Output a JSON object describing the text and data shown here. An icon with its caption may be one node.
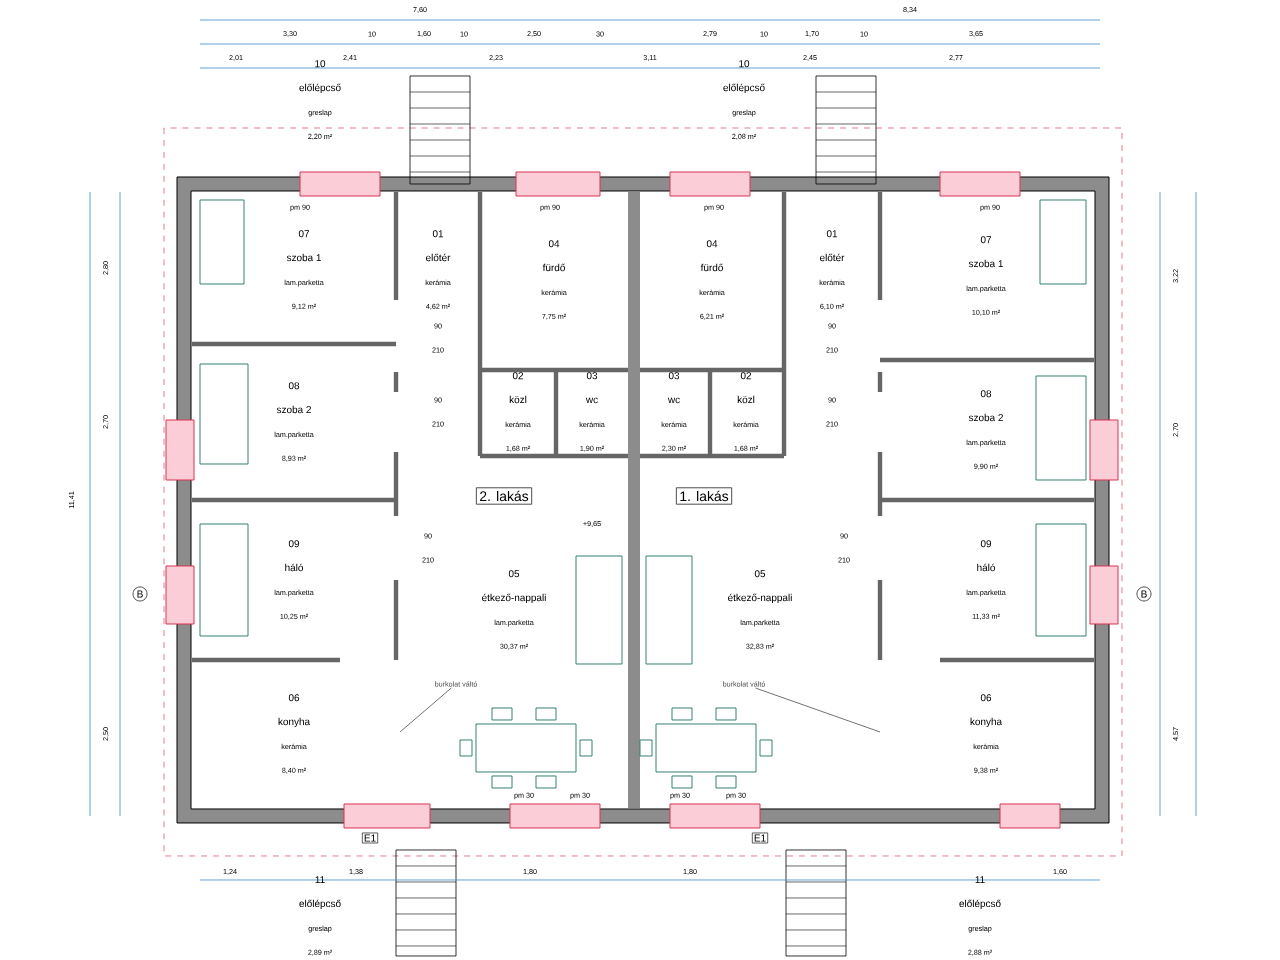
{
  "diagram": {
    "nodes": [
      {
        "text": [
          "10",
          "előlépcső",
          "greslap",
          "2,20 m²"
        ]
      },
      {
        "text": [
          "10",
          "előlépcső",
          "greslap",
          "2,08 m²"
        ]
      },
      {
        "text": [
          "07",
          "szoba 1",
          "lam.parketta",
          "9,12 m²"
        ]
      },
      {
        "text": [
          "01",
          "előtér",
          "kerámia",
          "4,62 m²"
        ]
      },
      {
        "text": [
          "04",
          "fürdő",
          "kerámia",
          "7,75 m²"
        ]
      },
      {
        "text": [
          "04",
          "fürdő",
          "kerámia",
          "6,21 m²"
        ]
      },
      {
        "text": [
          "01",
          "előtér",
          "kerámia",
          "6,10 m²"
        ]
      },
      {
        "text": [
          "07",
          "szoba 1",
          "lam.parketta",
          "10,10 m²"
        ]
      },
      {
        "text": [
          "02",
          "közl",
          "kerámia",
          "1,68 m²"
        ]
      },
      {
        "text": [
          "03",
          "wc",
          "kerámia",
          "1,90 m²"
        ]
      },
      {
        "text": [
          "03",
          "wc",
          "kerámia",
          "2,30 m²"
        ]
      },
      {
        "text": [
          "02",
          "közl",
          "kerámia",
          "1,68 m²"
        ]
      },
      {
        "text": [
          "08",
          "szoba 2",
          "lam.parketta",
          "8,93 m²"
        ]
      },
      {
        "text": [
          "08",
          "szoba 2",
          "lam.parketta",
          "9,90 m²"
        ]
      },
      {
        "text": [
          "2. lakás"
        ]
      },
      {
        "text": [
          "1. lakás"
        ]
      },
      {
        "text": [
          "09",
          "háló",
          "lam.parketta",
          "10,25 m²"
        ]
      },
      {
        "text": [
          "05",
          "étkező-nappali",
          "lam.parketta",
          "30,37 m²"
        ]
      },
      {
        "text": [
          "05",
          "étkező-nappali",
          "lam.parketta",
          "32,83 m²"
        ]
      },
      {
        "text": [
          "09",
          "háló",
          "lam.parketta",
          "11,33 m²"
        ]
      },
      {
        "text": [
          "06",
          "konyha",
          "kerámia",
          "8,40 m²"
        ]
      },
      {
        "text": [
          "06",
          "konyha",
          "kerámia",
          "9,38 m²"
        ]
      },
      {
        "text": [
          "B"
        ]
      },
      {
        "text": [
          "B"
        ]
      },
      {
        "text": [
          "E1"
        ]
      },
      {
        "text": [
          "E1"
        ]
      },
      {
        "text": [
          "11",
          "előlépcső",
          "greslap",
          "2,89 m²"
        ]
      },
      {
        "text": [
          "11",
          "előlépcső",
          "greslap",
          "2,88 m²"
        ]
      },
      {
        "text": [
          "burkolat váltó"
        ]
      },
      {
        "text": [
          "burkolat váltó"
        ]
      }
    ],
    "edges": [
      {
        "from": 28,
        "to": null,
        "arrow": "none"
      },
      {
        "from": 29,
        "to": null,
        "arrow": "none"
      }
    ],
    "labels": [
      "7,60",
      "8,34",
      "3,30",
      "10",
      "1,60",
      "10",
      "2,50",
      "30",
      "2,79",
      "10",
      "1,70",
      "10",
      "3,65",
      "2,01",
      "2,41",
      "2,23",
      "3,11",
      "2,45",
      "2,77",
      "11,41",
      "2,80",
      "2,70",
      "2,50",
      "3,22",
      "2,70",
      "4,57",
      "pm 90",
      "pm 90",
      "pm 90",
      "pm 90",
      "90",
      "210",
      "90",
      "210",
      "90",
      "210",
      "90",
      "210",
      "90",
      "210",
      "90",
      "210",
      "+9,65",
      "pm 30",
      "pm 30",
      "pm 30",
      "pm 30",
      "1,24",
      "1,38",
      "1,80",
      "1,80",
      "1,60"
    ]
  }
}
